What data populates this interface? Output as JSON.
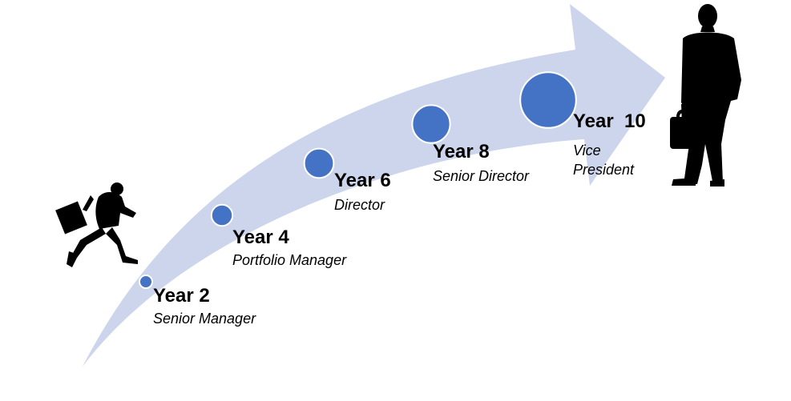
{
  "colors": {
    "arrow": "#cdd5ec",
    "dot": "#4472c4",
    "dot_stroke": "#ffffff",
    "silhouette": "#000000"
  },
  "icons": {
    "start": "running-businessman-icon",
    "end": "standing-businessman-icon"
  },
  "milestones": [
    {
      "year": "Year 2",
      "title": "Senior Manager",
      "size_rank": 1
    },
    {
      "year": "Year 4",
      "title": "Portfolio Manager",
      "size_rank": 2
    },
    {
      "year": "Year 6",
      "title": "Director",
      "size_rank": 3
    },
    {
      "year": "Year 8",
      "title": "Senior Director",
      "size_rank": 4
    },
    {
      "year": "Year  10",
      "title": "Vice President",
      "size_rank": 5
    }
  ]
}
